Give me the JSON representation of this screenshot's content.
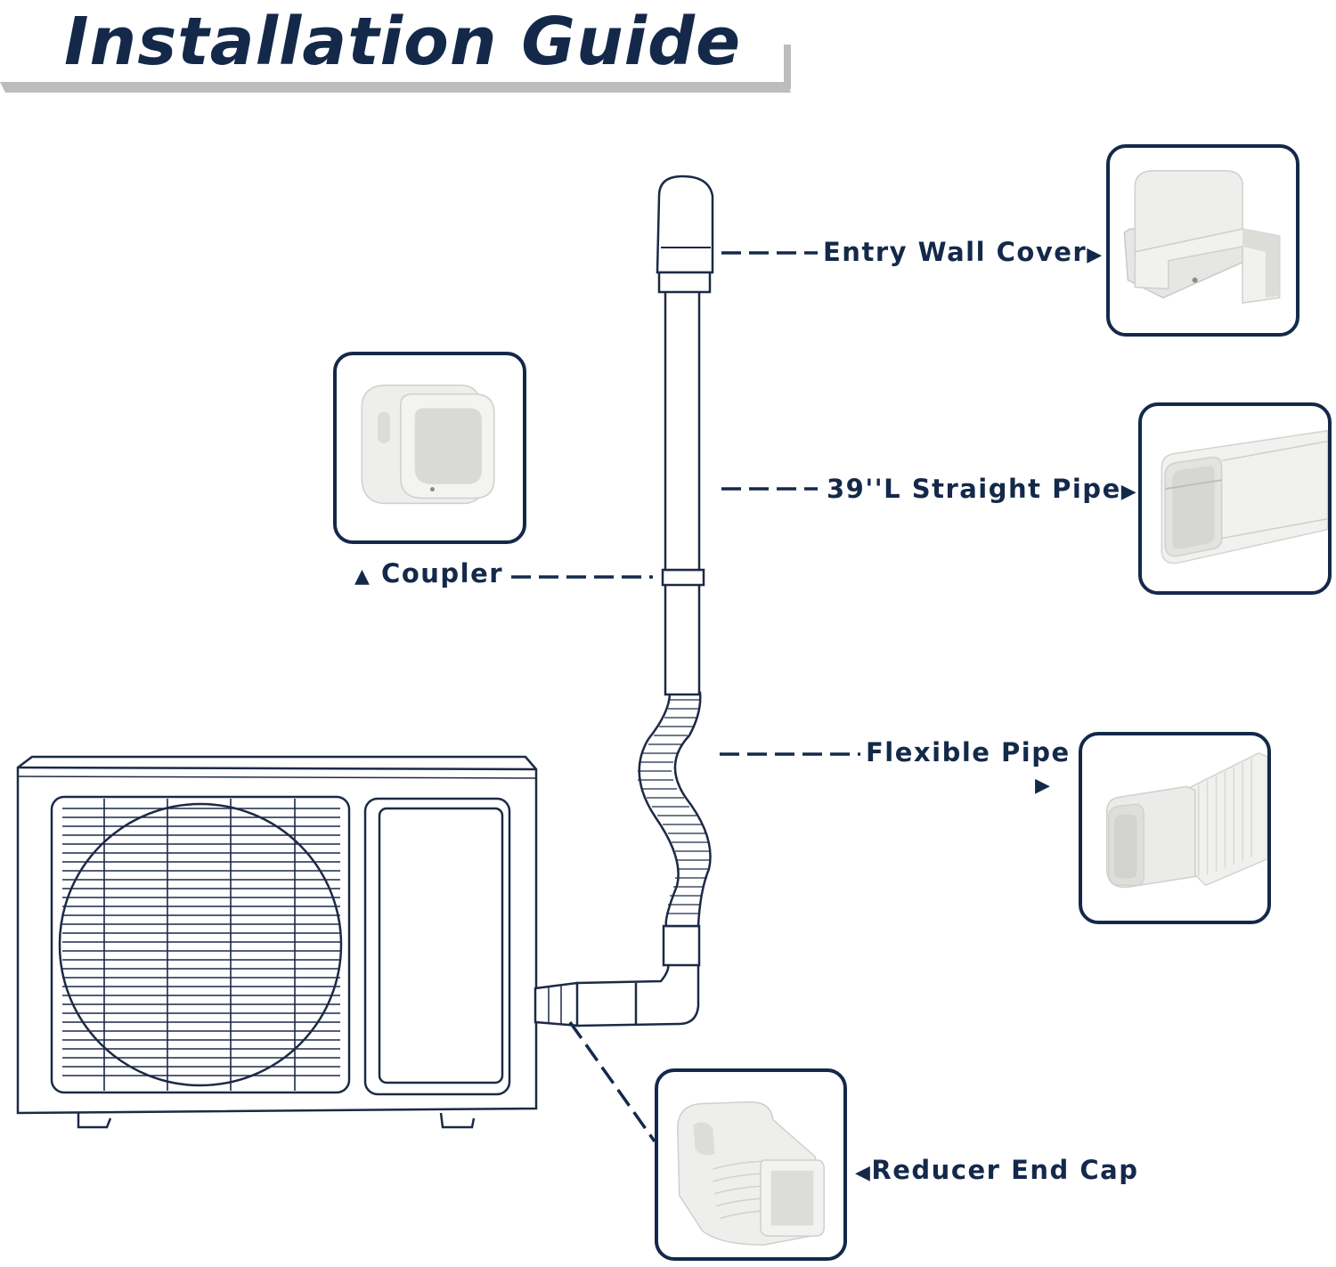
{
  "title": "Installation Guide",
  "colors": {
    "navy": "#14294a",
    "line_art": "#1c2a45",
    "part_white": "#eeeeec",
    "part_shadow": "#c9c9c6"
  },
  "parts": {
    "entry_wall_cover": {
      "label": "Entry Wall Cover",
      "arrow": "▶"
    },
    "straight_pipe": {
      "label": "39''L Straight Pipe",
      "arrow": "▶"
    },
    "coupler": {
      "label": "Coupler",
      "arrow": "▲"
    },
    "flexible_pipe": {
      "label": "Flexible Pipe",
      "arrow": "▶"
    },
    "reducer_end_cap": {
      "label": "Reducer End Cap",
      "arrow": "◀"
    }
  }
}
